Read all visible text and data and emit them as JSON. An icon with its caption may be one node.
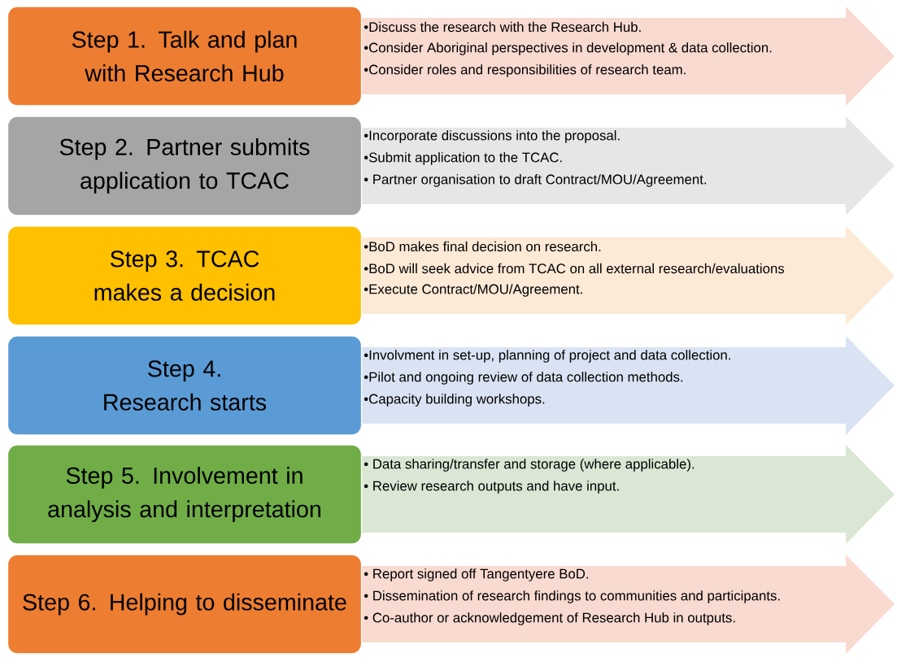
{
  "diagram": {
    "nodes": [
      {
        "text": [
          "Step 1. Talk and plan with Research Hub"
        ]
      },
      {
        "text": [
          "•Discuss the research with the Research Hub.",
          "•Consider Aboriginal perspectives in development & data collection.",
          "•Consider roles and responsibilities of research team."
        ]
      },
      {
        "text": [
          "Step 2. Partner submits application to TCAC"
        ]
      },
      {
        "text": [
          "•Incorporate discussions into the proposal.",
          "•Submit application to the TCAC.",
          "• Partner organisation to draft Contract/MOU/Agreement."
        ]
      },
      {
        "text": [
          "Step 3.  TCAC makes a decision"
        ]
      },
      {
        "text": [
          "•BoD makes final decision on research.",
          "•BoD will seek advice from TCAC on all external research/evaluations",
          "•Execute Contract/MOU/Agreement."
        ]
      },
      {
        "text": [
          "Step 4. Research starts"
        ]
      },
      {
        "text": [
          "•Involvment in set-up, planning of project and data collection.",
          "•Pilot and ongoing review of data collection methods.",
          "•Capacity building workshops."
        ]
      },
      {
        "text": [
          "Step 5. Involvement in analysis and interpretation"
        ]
      },
      {
        "text": [
          "• Data sharing/transfer and storage (where applicable).",
          "• Review research outputs and have input."
        ]
      },
      {
        "text": [
          "Step 6. Helping to disseminate"
        ]
      },
      {
        "text": [
          "• Report signed off Tangentyere BoD.",
          "• Dissemination of research findings to communities and participants.",
          "• Co-author or acknowledgement of Research Hub in outputs."
        ]
      }
    ]
  }
}
